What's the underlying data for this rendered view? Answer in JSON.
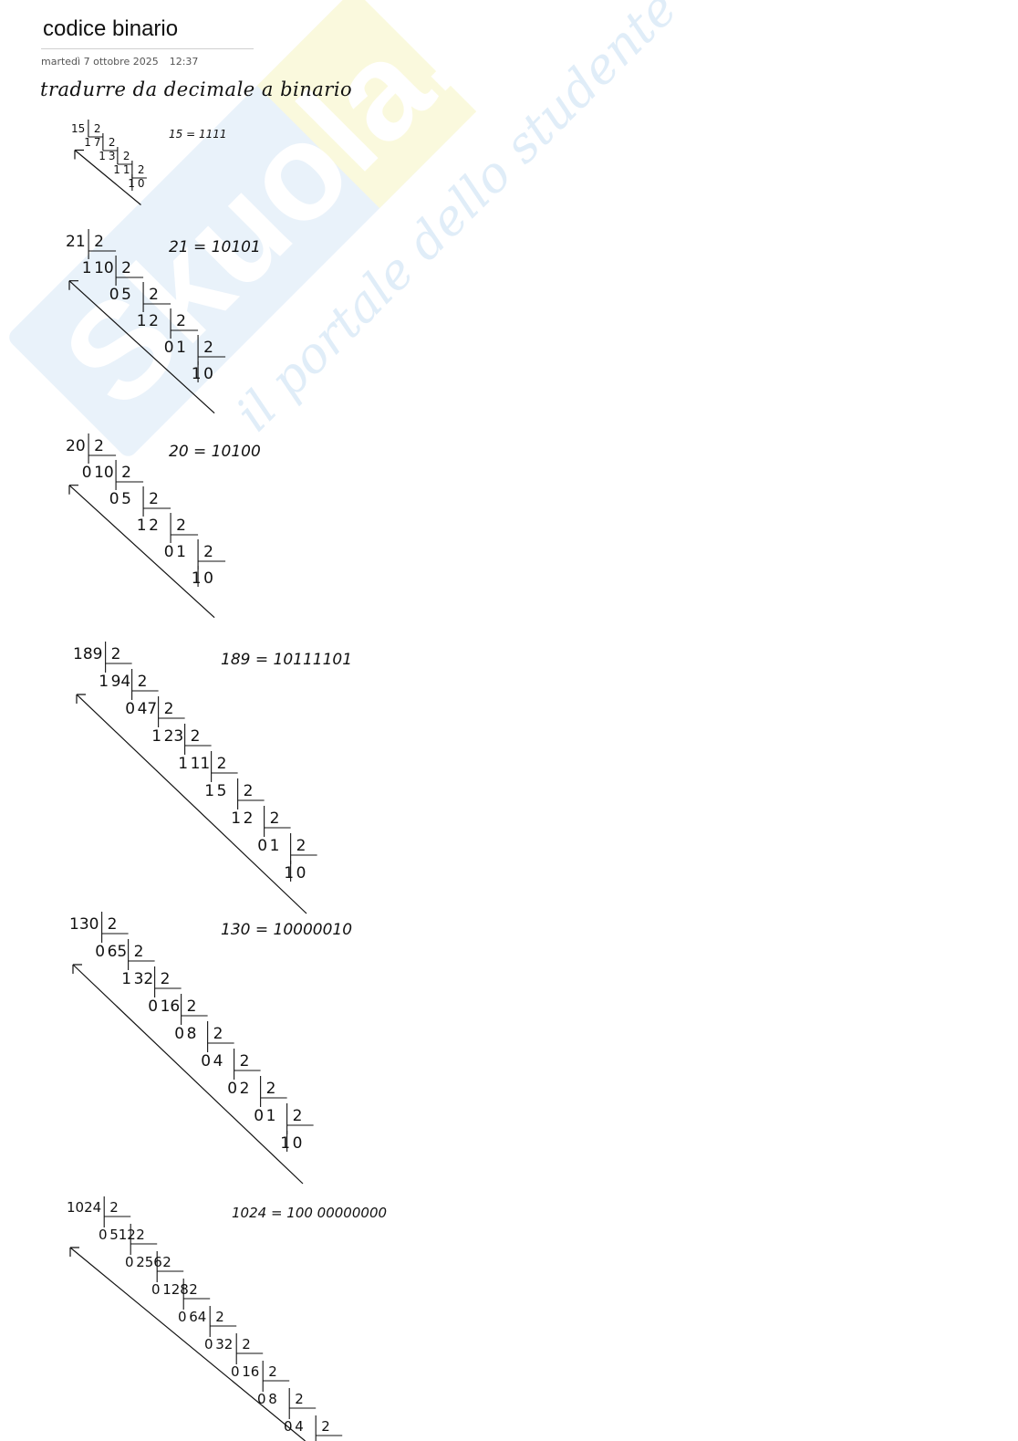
{
  "page": {
    "title": "codice binario",
    "date": "martedì 7 ottobre 2025",
    "time": "12:37",
    "heading": "tradurre da decimale a binario"
  },
  "watermark": {
    "logo_text": "Skuola.net",
    "tagline": "il portale dello studente",
    "color_blue": "#5fa8e0",
    "color_yellow": "#f2ec6a"
  },
  "conversions": [
    {
      "decimal": "15",
      "result": "15 = 1111",
      "rows": [
        [
          "15",
          "2"
        ],
        [
          "1",
          "7",
          "2"
        ],
        [
          "1",
          "3",
          "2"
        ],
        [
          "1",
          "1",
          "2"
        ],
        [
          "1",
          "0"
        ]
      ]
    },
    {
      "decimal": "21",
      "result": "21 = 10101",
      "rows": [
        [
          "21",
          "2"
        ],
        [
          "1",
          "10",
          "2"
        ],
        [
          "0",
          "5",
          "2"
        ],
        [
          "1",
          "2",
          "2"
        ],
        [
          "0",
          "1",
          "2"
        ],
        [
          "1",
          "0"
        ]
      ]
    },
    {
      "decimal": "20",
      "result": "20 = 10100",
      "rows": [
        [
          "20",
          "2"
        ],
        [
          "0",
          "10",
          "2"
        ],
        [
          "0",
          "5",
          "2"
        ],
        [
          "1",
          "2",
          "2"
        ],
        [
          "0",
          "1",
          "2"
        ],
        [
          "1",
          "0"
        ]
      ]
    },
    {
      "decimal": "189",
      "result": "189 = 10111101",
      "rows": [
        [
          "189",
          "2"
        ],
        [
          "1",
          "94",
          "2"
        ],
        [
          "0",
          "47",
          "2"
        ],
        [
          "1",
          "23",
          "2"
        ],
        [
          "1",
          "11",
          "2"
        ],
        [
          "1",
          "5",
          "2"
        ],
        [
          "1",
          "2",
          "2"
        ],
        [
          "0",
          "1",
          "2"
        ],
        [
          "1",
          "0"
        ]
      ]
    },
    {
      "decimal": "130",
      "result": "130 = 10000010",
      "rows": [
        [
          "130",
          "2"
        ],
        [
          "0",
          "65",
          "2"
        ],
        [
          "1",
          "32",
          "2"
        ],
        [
          "0",
          "16",
          "2"
        ],
        [
          "0",
          "8",
          "2"
        ],
        [
          "0",
          "4",
          "2"
        ],
        [
          "0",
          "2",
          "2"
        ],
        [
          "0",
          "1",
          "2"
        ],
        [
          "1",
          "0"
        ]
      ]
    },
    {
      "decimal": "1024",
      "result": "1024 = 100 00000000",
      "rows": [
        [
          "1024",
          "2"
        ],
        [
          "0",
          "512",
          "2"
        ],
        [
          "0",
          "256",
          "2"
        ],
        [
          "0",
          "128",
          "2"
        ],
        [
          "0",
          "64",
          "2"
        ],
        [
          "0",
          "32",
          "2"
        ],
        [
          "0",
          "16",
          "2"
        ],
        [
          "0",
          "8",
          "2"
        ],
        [
          "0",
          "4",
          "2"
        ]
      ]
    }
  ]
}
